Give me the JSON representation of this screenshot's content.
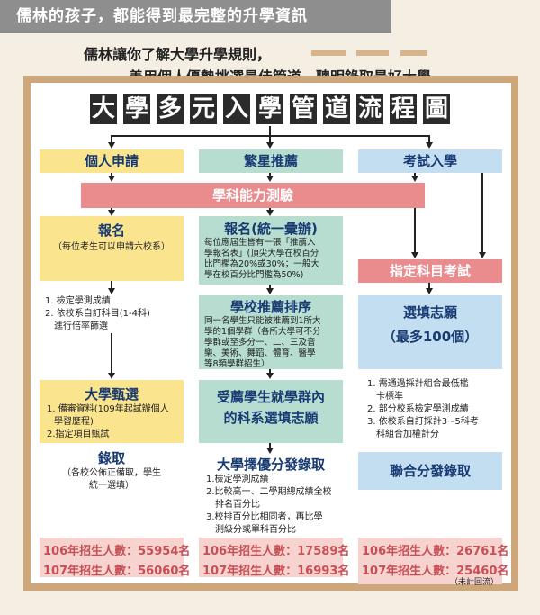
{
  "banner": "儒林的孩子，都能得到最完整的升學資訊",
  "intro": {
    "line1": "儒林讓你了解大學升學規則，",
    "line2": "善用個人優勢挑選最佳管道，聰明錄取最好大學"
  },
  "title_chars": [
    "大",
    "學",
    "多",
    "元",
    "入",
    "學",
    "管",
    "道",
    "流",
    "程",
    "圖"
  ],
  "tracks": {
    "personal": "個人申請",
    "star": "繁星推薦",
    "exam": "考試入學"
  },
  "shared_test": "學科能力測驗",
  "personal": {
    "register_title": "報名",
    "register_note": "（每位考生可以申請六校系）",
    "check_items": [
      "1. 檢定學測成績",
      "2. 依校系自訂科目(1-4科)",
      "進行倍率篩選"
    ],
    "screen_title": "大學甄選",
    "screen_items": [
      "1. 備審資料(109年起試辦個人",
      "學習歷程)",
      "2.指定項目甄試"
    ],
    "admit_title": "錄取",
    "admit_note": [
      "（各校公佈正備取，學生",
      "統一選填）"
    ],
    "count_106": "106年招生人數：55954名",
    "count_107": "107年招生人數：56060名"
  },
  "star": {
    "register_title": "報名(統一彙辦)",
    "register_note": [
      "每位應屆生皆有一張「推薦入",
      "學報名表」(頂尖大學在校百分",
      "比門檻為20%或30%；一般大",
      "學在校百分比門檻為50%)"
    ],
    "rank_title": "學校推薦排序",
    "rank_note": [
      "同一名學生只能被推薦到1所大",
      "學的1個學群（各所大學可不分",
      "學群或至多分一、二、三及音",
      "樂、美術、舞蹈、體育、醫學",
      "等8類學群招生）"
    ],
    "choose_title": [
      "受薦學生就學群內",
      "的科系選填志願"
    ],
    "dist_title": "大學擇優分發錄取",
    "dist_items": [
      "1.檢定學測成績",
      "2.比較高一、二學期總成績全校",
      "排名百分比",
      "3.校排百分比相同者，再比學",
      "測級分或單科百分比"
    ],
    "count_106": "106年招生人數：17589名",
    "count_107": "107年招生人數：16993名"
  },
  "exam": {
    "subject_test": "指定科目考試",
    "choose_title": "選填志願",
    "choose_note": "（最多100個）",
    "rules": [
      "1. 需通過採計組合最低檻",
      "卡標準",
      "2. 部分校系檢定學測成績",
      "3. 依校系自訂採計3~5科考",
      "科組合加權計分"
    ],
    "dist_title": "聯合分發錄取",
    "count_106": "106年招生人數：26761名",
    "count_107": "107年招生人數：25460名",
    "count_note": "（未計回流）"
  }
}
